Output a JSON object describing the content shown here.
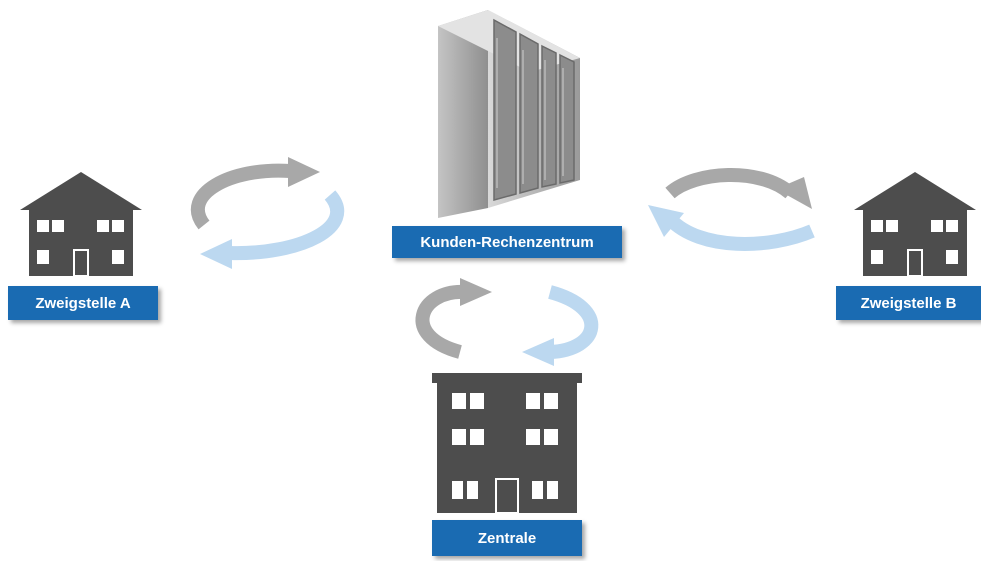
{
  "nodes": {
    "datacenter": {
      "label": "Kunden-Rechenzentrum"
    },
    "branch_a": {
      "label": "Zweigstelle A"
    },
    "branch_b": {
      "label": "Zweigstelle B"
    },
    "headquarters": {
      "label": "Zentrale"
    }
  },
  "colors": {
    "label_bg": "#1a6bb2",
    "building": "#4d4d4d",
    "arrow_gray": "#a8a8a8",
    "arrow_blue": "#bcd8f0"
  }
}
